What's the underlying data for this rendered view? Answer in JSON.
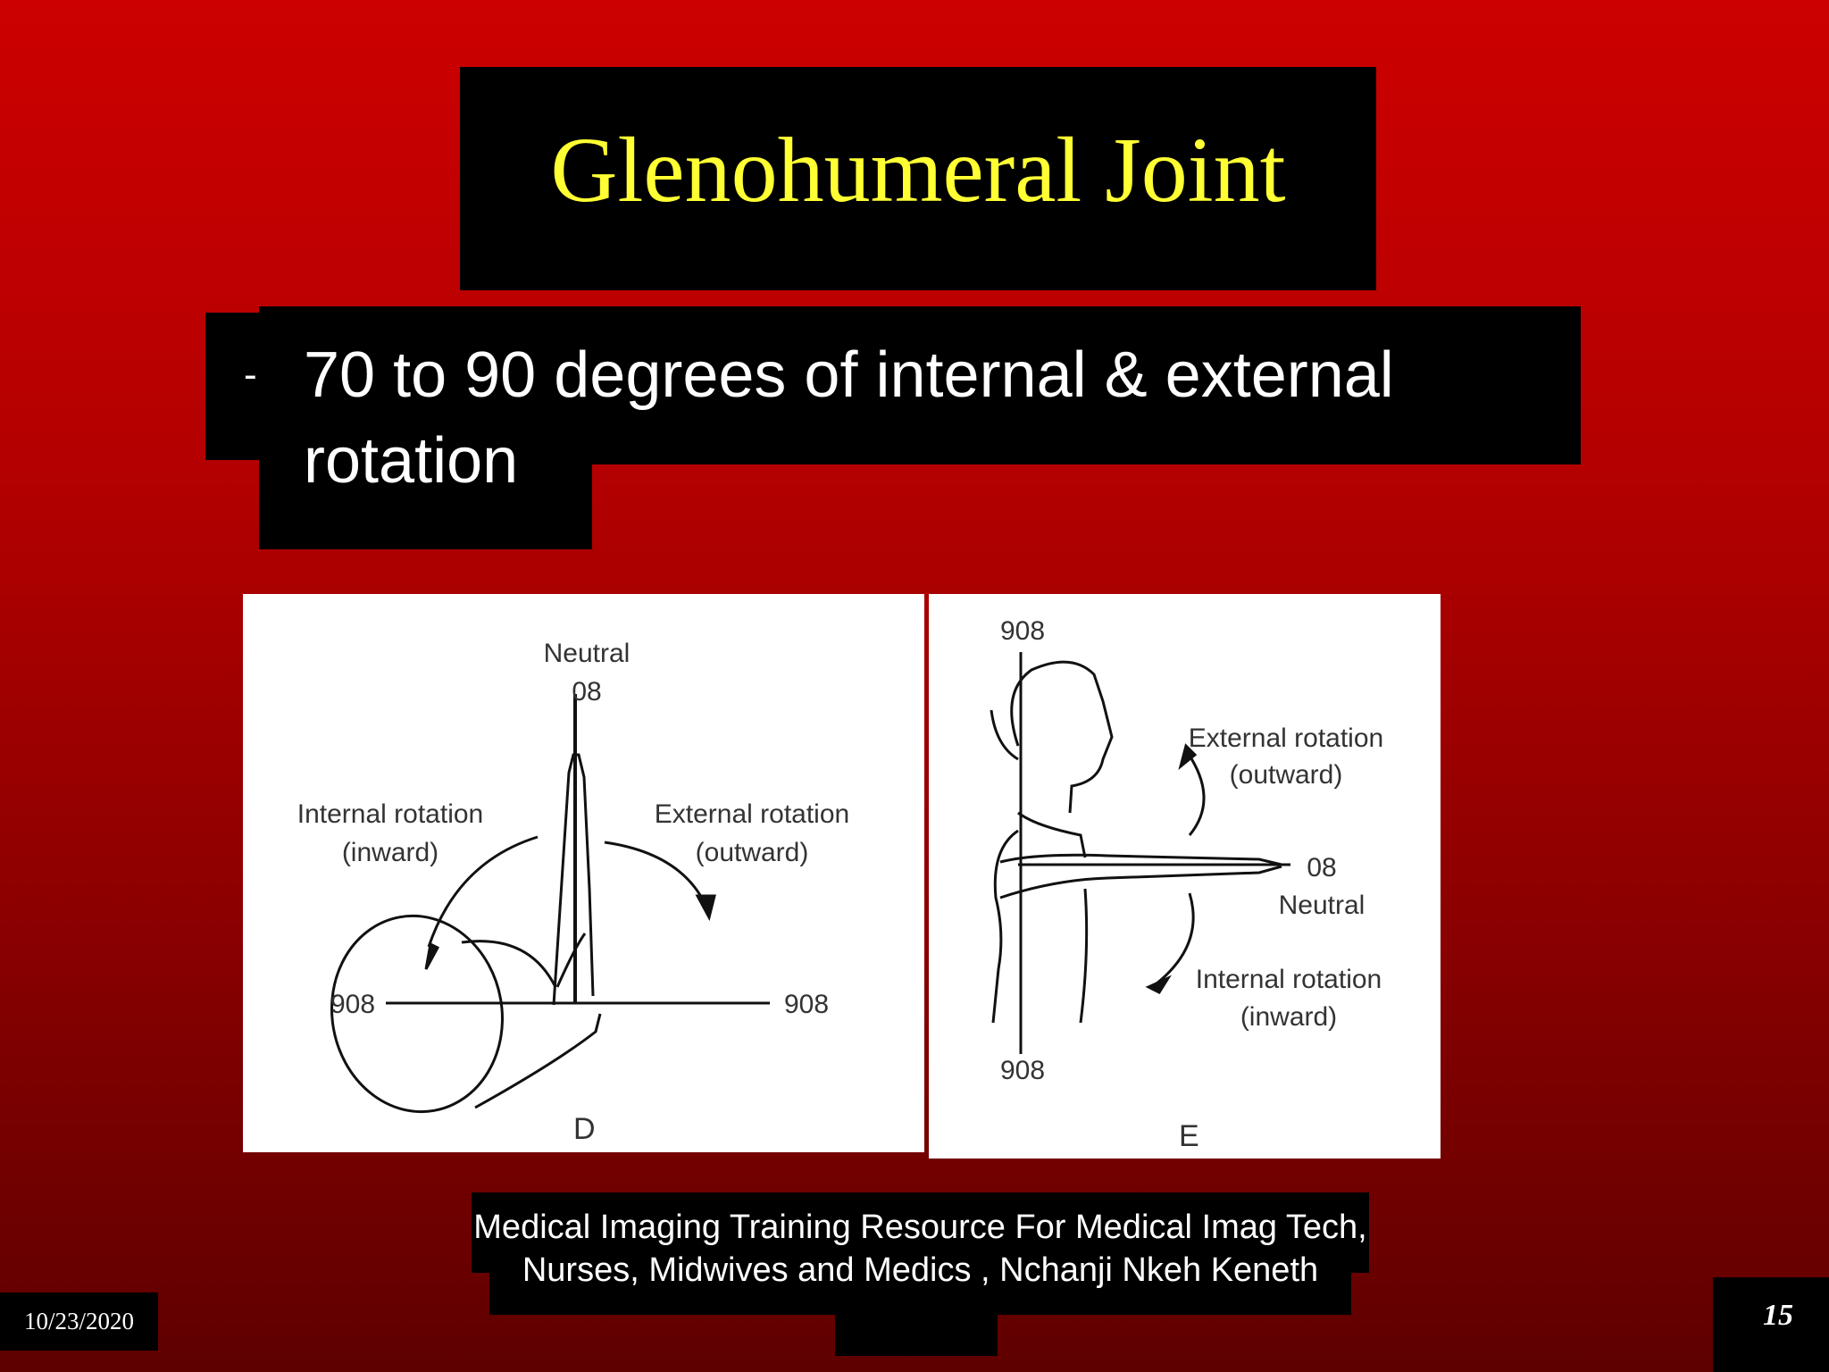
{
  "slide": {
    "title": "Glenohumeral Joint",
    "bullet_marker": "-",
    "bullet_text": "70 to 90 degrees of internal & external rotation",
    "footer": "Medical Imaging Training Resource For Medical Imag Tech, Nurses, Midwives and Medics , Nchanji Nkeh Keneth",
    "date": "10/23/2020",
    "page_number": "15"
  },
  "figure_d": {
    "neutral_label": "Neutral",
    "neutral_value": "08",
    "internal_label": "Internal rotation",
    "internal_sub": "(inward)",
    "external_label": "External rotation",
    "external_sub": "(outward)",
    "left_value": "908",
    "right_value": "908",
    "letter": "D"
  },
  "figure_e": {
    "top_value": "908",
    "external_label": "External rotation",
    "external_sub": "(outward)",
    "neutral_value": "08",
    "neutral_label": "Neutral",
    "internal_label": "Internal rotation",
    "internal_sub": "(inward)",
    "bottom_value": "908",
    "letter": "E"
  },
  "colors": {
    "title": "#ffff33",
    "background_top": "#cc0000",
    "background_bottom": "#5e0000",
    "box": "#000000"
  }
}
